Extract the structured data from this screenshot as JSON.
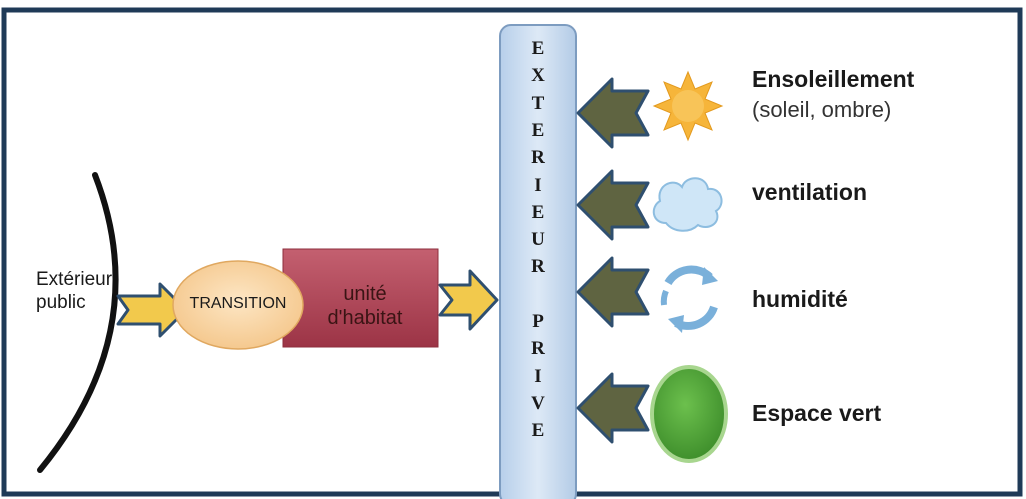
{
  "diagram": {
    "external_public_label": [
      "Extérieur",
      "public"
    ],
    "transition_label": "TRANSITION",
    "unit_label": [
      "unité",
      "d'habitat"
    ],
    "private_exterior_letters": [
      "E",
      "X",
      "T",
      "E",
      "R",
      "I",
      "E",
      "U",
      "R",
      "",
      "P",
      "R",
      "I",
      "V",
      "E"
    ],
    "factors": [
      {
        "title": "Ensoleillement",
        "subtitle": "(soleil, ombre)",
        "icon": "sun-icon"
      },
      {
        "title": "ventilation",
        "subtitle": "",
        "icon": "cloud-icon"
      },
      {
        "title": "humidité",
        "subtitle": "",
        "icon": "cycle-arrows-icon"
      },
      {
        "title": "Espace vert",
        "subtitle": "",
        "icon": "green-space-icon"
      }
    ],
    "colors": {
      "frame": "#1f3a57",
      "private_bar": "#cfe0f3",
      "transition_fill": "#f9d6a6",
      "unit_fill": "#b24a5a",
      "flow_arrow": "#f2c94c",
      "factor_arrow": "#5f6441",
      "sun": "#f6b53a",
      "cloud": "#cfe6f7",
      "green": "#57ab3e"
    }
  }
}
